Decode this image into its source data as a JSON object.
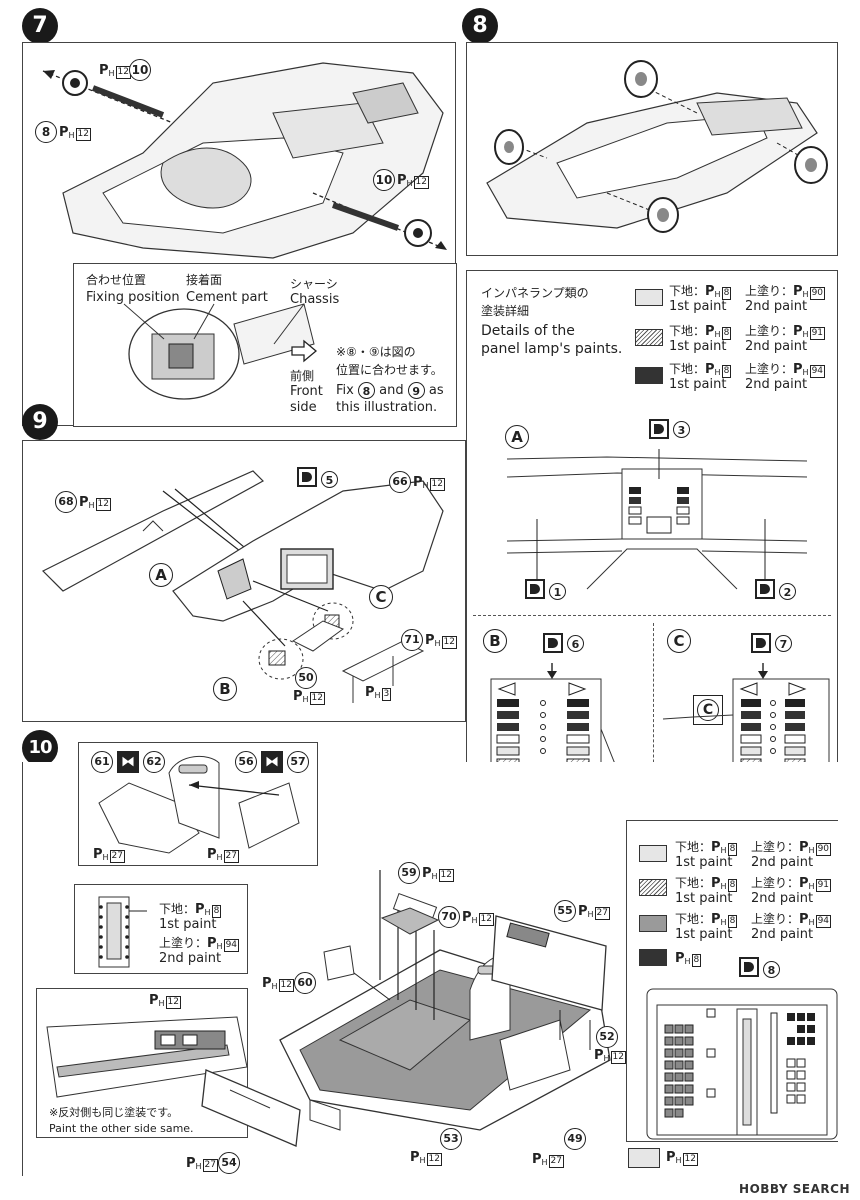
{
  "steps": {
    "s7": "7",
    "s8": "8",
    "s9": "9",
    "s10": "10"
  },
  "step7": {
    "fixing_jp": "合わせ位置",
    "fixing_en": "Fixing position",
    "cement_jp": "接着面",
    "cement_en": "Cement part",
    "chassis_jp": "シャーシ",
    "chassis_en": "Chassis",
    "front_jp": "前側",
    "front_en1": "Front",
    "front_en2": "side",
    "note_jp": "※⑧・⑨は図の",
    "note_jp2": "位置に合わせます。",
    "note_en1": "Fix",
    "note_en_and": "and",
    "note_en_as": "as",
    "note_en2": "this illustration.",
    "part8": "8",
    "part9": "9",
    "part10": "10",
    "paint12": "12"
  },
  "step8": {
    "title_jp1": "インパネランプ類の",
    "title_jp2": "塗装詳細",
    "title_en1": "Details of the",
    "title_en2": "panel lamp's paints.",
    "base_jp": "下地：",
    "top_jp": "上塗り：",
    "first_paint": "1st paint",
    "second_paint": "2nd paint",
    "base_code": "8",
    "top_codes": [
      "90",
      "91",
      "94"
    ],
    "labelA": "A",
    "labelB": "B",
    "labelC": "C",
    "d1": "1",
    "d2": "2",
    "d3": "3",
    "d6": "6",
    "d7": "7"
  },
  "step9": {
    "p68": "68",
    "p66": "66",
    "p5": "5",
    "p71": "71",
    "p50": "50",
    "labelA": "A",
    "labelB": "B",
    "labelC": "C",
    "paint12": "12",
    "paint3": "3"
  },
  "step10": {
    "p61": "61",
    "p62": "62",
    "p56": "56",
    "p57": "57",
    "p59": "59",
    "p70": "70",
    "p55": "55",
    "p60": "60",
    "p52": "52",
    "p53": "53",
    "p49": "49",
    "p54": "54",
    "p8": "8",
    "paint27": "27",
    "paint12": "12",
    "paint8": "8",
    "paint94": "94",
    "base_jp": "下地：",
    "top_jp": "上塗り：",
    "first_paint": "1st paint",
    "second_paint": "2nd paint",
    "top_codes": [
      "90",
      "91",
      "94"
    ],
    "note_jp": "※反対側も同じ塗装です。",
    "note_en": "Paint the other side same."
  },
  "watermark": "HOBBY SEARCH"
}
